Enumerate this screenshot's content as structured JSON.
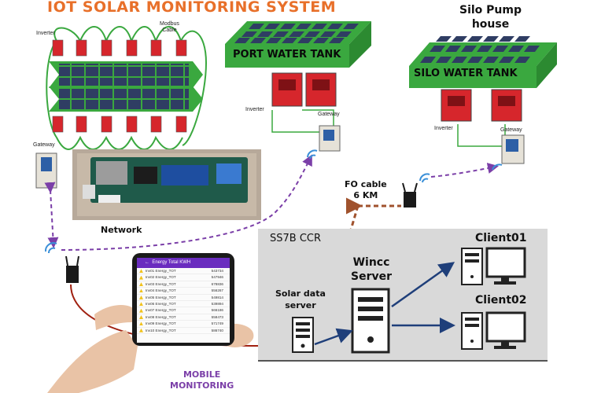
{
  "title": "IOT SOLAR MONITORING SYSTEM",
  "labels": {
    "inverter_top": "Inverter",
    "modbus_cable": "Modbus\nCable",
    "gateway_left": "Gateway",
    "network": "Network",
    "port_tank": "PORT WATER TANK",
    "port_inverter": "Inverter",
    "port_gateway": "Gateway",
    "silo_house": "Silo Pump\nhouse",
    "silo_tank": "SILO WATER TANK",
    "silo_inverter": "Inverter",
    "silo_gateway": "Gateway",
    "fo_cable": "FO cable\n6 KM",
    "ccr": "SS7B CCR",
    "solar_server": "Solar data\nserver",
    "wincc_server": "Wincc\nServer",
    "client1": "Client01",
    "client2": "Client02",
    "mobile": "MOBILE\nMONITORING"
  },
  "app": {
    "header": "Energy Total KWH",
    "rows": [
      {
        "name": "Inv01 Energy_TOT",
        "value": "543734"
      },
      {
        "name": "Inv02 Energy_TOT",
        "value": "547946"
      },
      {
        "name": "Inv03 Energy_TOT",
        "value": "678836"
      },
      {
        "name": "Inv04 Energy_TOT",
        "value": "556267"
      },
      {
        "name": "Inv05 Energy_TOT",
        "value": "549814"
      },
      {
        "name": "Inv06 Energy_TOT",
        "value": "539894"
      },
      {
        "name": "Inv07 Energy_TOT",
        "value": "566186"
      },
      {
        "name": "Inv08 Energy_TOT",
        "value": "558473"
      },
      {
        "name": "Inv09 Energy_TOT",
        "value": "571749"
      },
      {
        "name": "Inv10 Energy_TOT",
        "value": "586740"
      }
    ]
  },
  "colors": {
    "title": "#e8702a",
    "panel_frame": "#3aa83f",
    "panel_cell": "#2f3d63",
    "inverter": "#d6262c",
    "modbus": "#3aa83f",
    "network_link": "#7b3fa8",
    "fo_link": "#a0522d",
    "server_arrow": "#1f3f7a",
    "mobile_label": "#7b3fa8"
  }
}
